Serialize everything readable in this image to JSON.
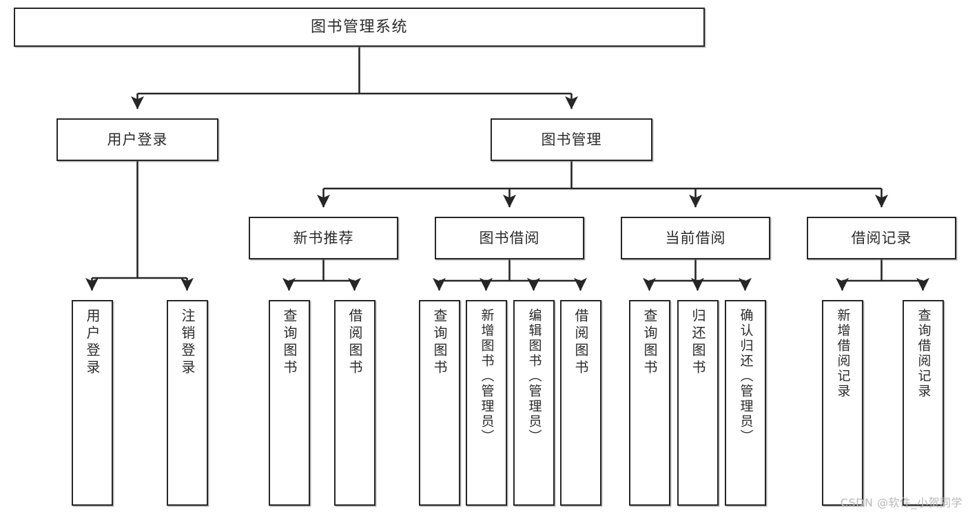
{
  "diagram": {
    "type": "tree",
    "title": "图书管理系统",
    "watermark": "CSDN @软件_小贺同学",
    "colors": {
      "box_border": "#262626",
      "box_fill": "#ffffff",
      "edge": "#262626",
      "text": "#2b2b2b",
      "watermark": "#b9b9b9",
      "background": "#ffffff"
    },
    "nodes": {
      "root": {
        "label": "图书管理系统"
      },
      "level2": [
        {
          "id": "user-login",
          "label": "用户登录"
        },
        {
          "id": "book-manage",
          "label": "图书管理"
        }
      ],
      "level3": [
        {
          "id": "new-book-recommend",
          "label": "新书推荐"
        },
        {
          "id": "book-borrow",
          "label": "图书借阅"
        },
        {
          "id": "current-borrow",
          "label": "当前借阅"
        },
        {
          "id": "borrow-record",
          "label": "借阅记录"
        }
      ],
      "leaves": {
        "user-login": [
          {
            "id": "leaf-user-login",
            "label": "用户登录"
          },
          {
            "id": "leaf-logout-login",
            "label": "注销登录"
          }
        ],
        "new-book-recommend": [
          {
            "id": "leaf-query-book-1",
            "label": "查询图书"
          },
          {
            "id": "leaf-borrow-book-1",
            "label": "借阅图书"
          }
        ],
        "book-borrow": [
          {
            "id": "leaf-query-book-2",
            "label": "查询图书"
          },
          {
            "id": "leaf-add-book-admin",
            "label": "新增图书（管理员）"
          },
          {
            "id": "leaf-edit-book-admin",
            "label": "编辑图书（管理员）"
          },
          {
            "id": "leaf-borrow-book-2",
            "label": "借阅图书"
          }
        ],
        "current-borrow": [
          {
            "id": "leaf-query-book-3",
            "label": "查询图书"
          },
          {
            "id": "leaf-return-book",
            "label": "归还图书"
          },
          {
            "id": "leaf-confirm-return-admin",
            "label": "确认归还（管理员）"
          }
        ],
        "borrow-record": [
          {
            "id": "leaf-add-borrow-record",
            "label": "新增借阅记录"
          },
          {
            "id": "leaf-query-borrow-record",
            "label": "查询借阅记录"
          }
        ]
      }
    }
  }
}
